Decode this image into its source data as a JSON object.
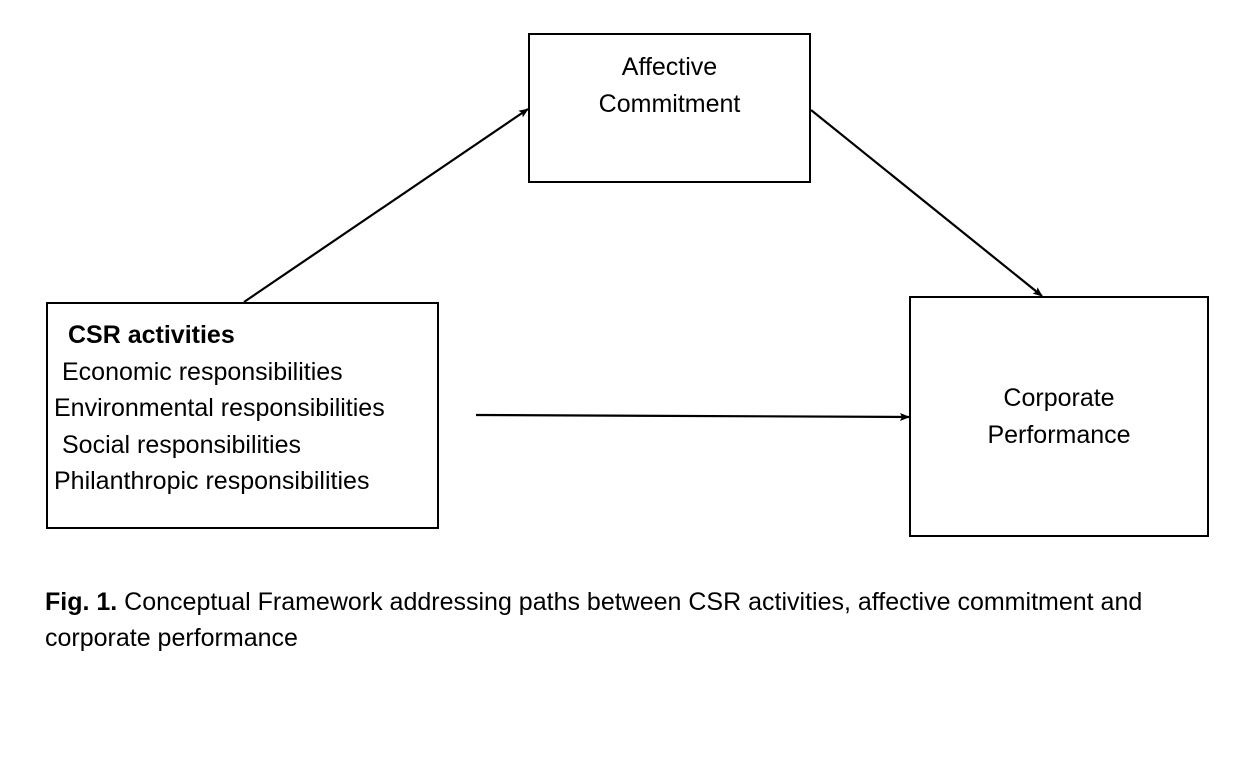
{
  "nodes": {
    "affective": {
      "lines": [
        "Affective",
        "Commitment"
      ]
    },
    "performance": {
      "lines": [
        "Corporate",
        "Performance"
      ]
    },
    "csr": {
      "title": "CSR activities",
      "items": [
        "Economic responsibilities",
        "Environmental responsibilities",
        "Social responsibilities",
        "Philanthropic responsibilities"
      ]
    }
  },
  "edges": [
    {
      "from": "csr",
      "to": "affective"
    },
    {
      "from": "affective",
      "to": "performance"
    },
    {
      "from": "csr",
      "to": "performance"
    }
  ],
  "caption": {
    "label": "Fig. 1.",
    "text": " Conceptual Framework addressing paths between CSR activities, affective commitment and corporate performance"
  },
  "colors": {
    "stroke": "#000000",
    "background": "#ffffff"
  }
}
